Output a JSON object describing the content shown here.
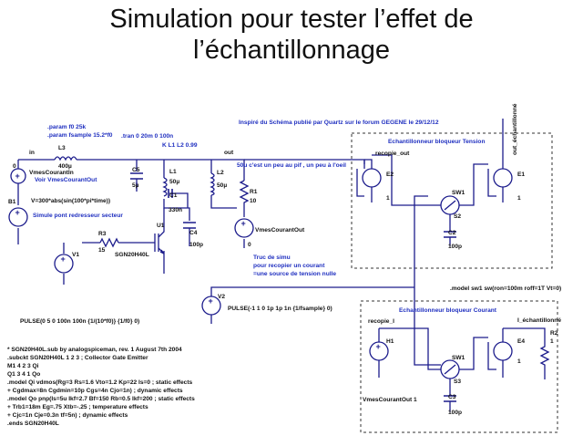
{
  "title": {
    "line1": "Simulation pour tester l’effet de",
    "line2": "l’échantillonnage"
  },
  "schematic": {
    "directives": ".param f0 25k\n.param fsample 15.2*f0",
    "tran": ".tran 0 20m 0 100n",
    "coupling": "K L1 L2 0.99",
    "credit": "Inspiré du Schéma publié par Quartz sur le forum GEGENE le 29/12/12",
    "nets": {
      "in": "in",
      "out": "out",
      "recopie_out": "recopie_out",
      "recopie_i": "recopie_I",
      "out_echantillonne": "out_échantillonné",
      "i_echantillonne": "I_échantillonné"
    },
    "components": {
      "L3": "L3",
      "L3_val": "400µ",
      "C5": "C5",
      "C5_val": "5µ",
      "L1": "L1",
      "L1_val": "50µ",
      "C1": "C1",
      "C1_val": "330n",
      "C4": "C4",
      "C4_val": "100p",
      "U1": "U1",
      "U1_model": "SGN20H40L",
      "R3": "R3",
      "R3_val": "15",
      "V1": "V1",
      "B1": "B1",
      "B1_expr": "V=300*abs(sin(100*pi*time))",
      "L2": "L2",
      "L2_val": "50µ",
      "R1": "R1",
      "R1_val": "10",
      "E2": "E2",
      "E1": "E1",
      "E4": "E4",
      "SW1": "SW1",
      "S2": "S2",
      "S3": "S3",
      "C2": "C2",
      "C2_val": "100p",
      "C3": "C3",
      "C3_val": "100p",
      "H1": "H1",
      "R2": "R2",
      "R2_val": "1",
      "V2": "V2",
      "V2_val": "PULSE(-1 1 0 1p 1p 1n {1/fsample} 0)",
      "V_meas_in": "VmesCourantIn",
      "V_meas_out": "VmesCourantOut",
      "H1_ref": "VmesCourantOut 1",
      "zero": "0",
      "one": "1"
    },
    "notes": {
      "voir": "Voir VmesCourantOut",
      "simule": "Simule pont redresseur secteur",
      "lu": "50u c'est un peu au pif , un peu à l'oeil",
      "truc1": "Truc de simu",
      "truc2": "pour recopier un courant",
      "truc3": "=une source de tension nulle"
    },
    "labels": {
      "ech_tension": "Echantillonneur bloqueur Tension",
      "ech_courant": "Echantillonneur bloqueur Courant",
      "sw_model": ".model sw1 sw(ron=100m roff=1T Vt=0)",
      "pulse_v1": "PULSE(0 5 0 100n 100n {1/(10*f0)} {1/f0} 0)"
    },
    "spice_lines": [
      "* SGN20H40L.sub by analogspiceman, rev. 1 August 7th 2004",
      ".subckt SGN20H40L 1 2 3 ; Collector Gate Emitter",
      "M1 4 2 3 Qi",
      "Q1 3 4 1 Qo",
      ".model Qi vdmos(Rg=3 Rs=1.6 Vto=1.2 Kp=22 Is=0 ; static effects",
      "+ Cgdmax=8n Cgdmin=10p Cgs=4n Cjo=1n) ; dynamic effects",
      ".model Qo pnp(Is=5u Ikf=2.7 Bf=150 Rb=0.5 Ikf=200 ; static effects",
      "+ Trb1=18m Eg=.75 Xtb=-.25 ; temperature effects",
      "+ Cjc=1n Cje=0.3n tf=5n) ; dynamic effects",
      ".ends SGN20H40L"
    ]
  }
}
